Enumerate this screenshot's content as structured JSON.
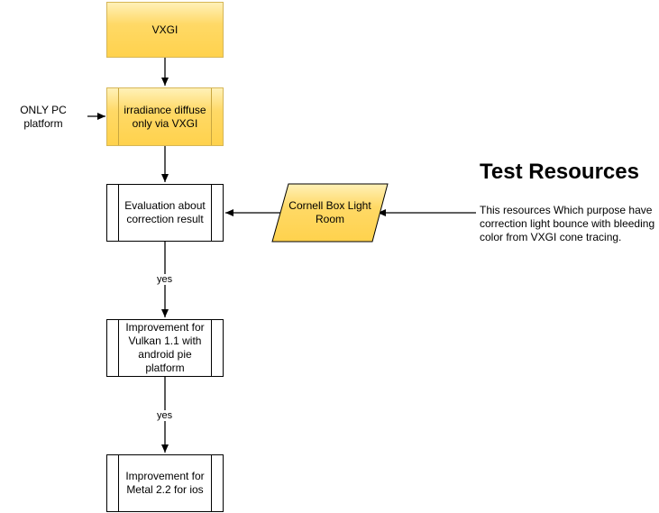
{
  "nodes": {
    "vxgi": "VXGI",
    "irradiance": "irradiance diffuse only via VXGI",
    "evaluation": "Evaluation about correction result",
    "vulkan": "Improvement for Vulkan 1.1 with android pie platform",
    "metal": "Improvement for Metal 2.2 for ios",
    "cornell": "Cornell Box Light Room"
  },
  "side_note": "ONLY PC platform",
  "edge_labels": {
    "eval_to_vulkan": "yes",
    "vulkan_to_metal": "yes"
  },
  "test_resources": {
    "title": "Test Resources",
    "description": "This resources Which purpose have correction light bounce with bleeding color from VXGI cone tracing."
  },
  "colors": {
    "node_fill": "#ffd966",
    "node_border": "#d6b656",
    "line": "#000000"
  }
}
